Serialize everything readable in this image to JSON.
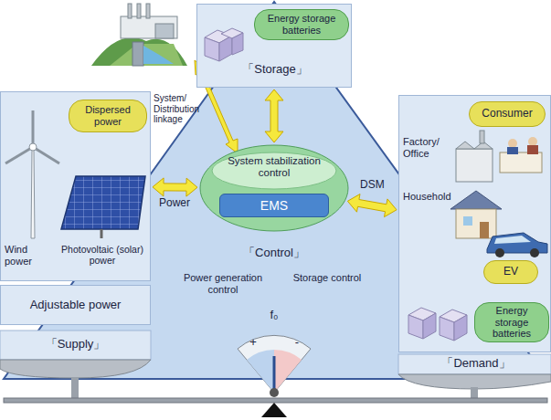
{
  "diagram": {
    "nodes": [
      {
        "text": [
          "「Storage」"
        ]
      },
      {
        "text": [
          "Energy storage batteries"
        ],
        "in": 0
      },
      {
        "text": [
          "Wind power",
          "Photovoltaic (solar) power"
        ]
      },
      {
        "text": [
          "Dispersed power"
        ],
        "in": 2
      },
      {
        "text": [
          "Adjustable power"
        ]
      },
      {
        "text": [
          "System stabilization control"
        ]
      },
      {
        "text": [
          "EMS"
        ],
        "in": 5
      },
      {
        "text": [
          "Factory/ Office",
          "Household"
        ]
      },
      {
        "text": [
          "Consumer"
        ],
        "in": 7
      },
      {
        "text": [
          "EV"
        ],
        "in": 7
      },
      {
        "text": [
          "Energy storage batteries"
        ],
        "in": 7
      }
    ],
    "edges": [
      {
        "from": 5,
        "to": 0,
        "arrow": "both"
      },
      {
        "from": 2,
        "to": 5,
        "label": "Power",
        "arrow": "both"
      },
      {
        "from": 5,
        "to": 7,
        "label": "DSM",
        "arrow": "both"
      }
    ],
    "labels": [
      "System/ Distribution linkage",
      "「Control」",
      "Power generation control",
      "Storage control",
      "f₀",
      "+",
      "-",
      "「Supply」",
      "「Demand」"
    ]
  }
}
